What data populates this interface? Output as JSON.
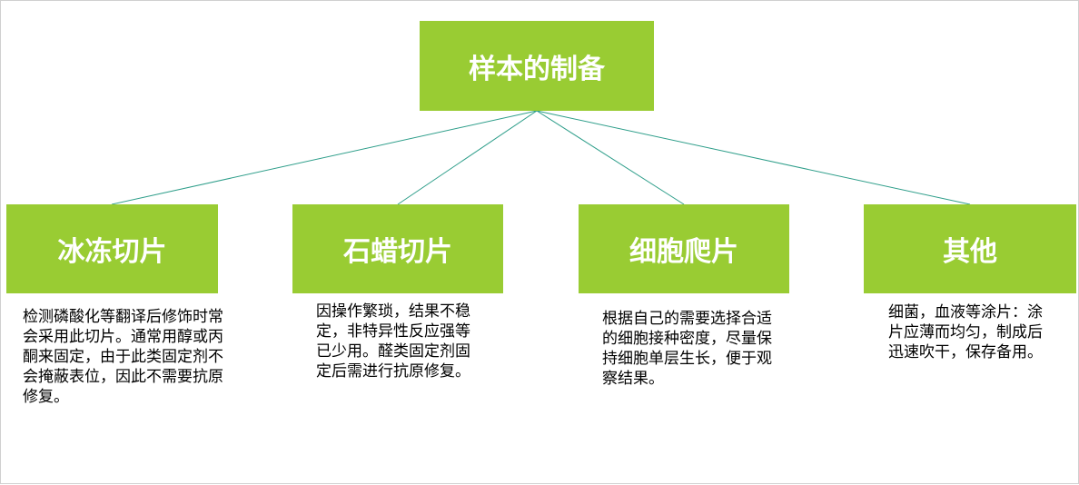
{
  "root": {
    "label": "样本的制备"
  },
  "branches": [
    {
      "label": "冰冻切片",
      "desc": "检测磷酸化等翻译后修饰时常会采用此切片。通常用醇或丙酮来固定，由于此类固定剂不会掩蔽表位，因此不需要抗原修复。"
    },
    {
      "label": "石蜡切片",
      "desc": "因操作繁琐，结果不稳定，非特异性反应强等已少用。醛类固定剂固定后需进行抗原修复。"
    },
    {
      "label": "细胞爬片",
      "desc": "根据自己的需要选择合适的细胞接种密度，尽量保持细胞单层生长，便于观察结果。"
    },
    {
      "label": "其他",
      "desc": "细菌，血液等涂片：涂片应薄而均匀，制成后迅速吹干，保存备用。"
    }
  ],
  "colors": {
    "box_fill": "#99cc33",
    "box_text": "#ffffff",
    "connector": "#2e9e8a"
  }
}
